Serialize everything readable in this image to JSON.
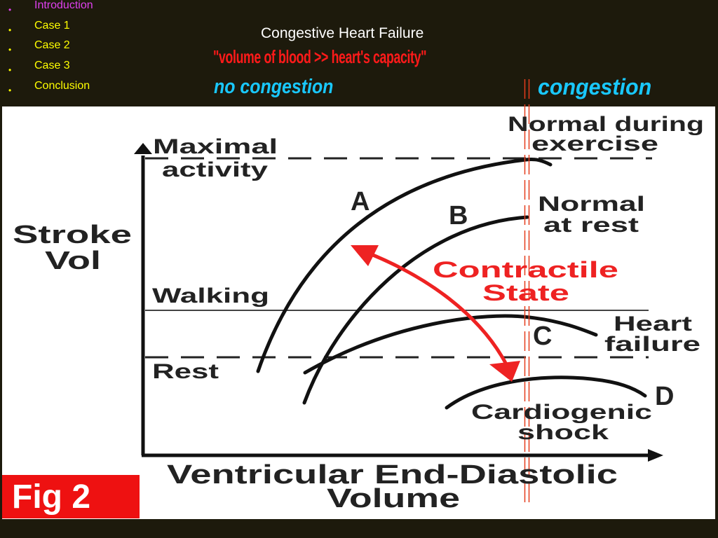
{
  "nav": {
    "items": [
      {
        "label": "Introduction",
        "color": "#e040ef"
      },
      {
        "label": "Case 1",
        "color": "#ffff00"
      },
      {
        "label": "Case 2",
        "color": "#ffff00"
      },
      {
        "label": "Case 3",
        "color": "#ffff00"
      },
      {
        "label": "Conclusion",
        "color": "#ffff00"
      }
    ],
    "bullet": "•"
  },
  "slide": {
    "title": "Congestive Heart Failure",
    "subtitle": "\"volume of blood >> heart's capacity\"",
    "left_zone": "no congestion",
    "right_zone": "congestion"
  },
  "figure": {
    "badge": "Fig 2",
    "y_axis_label": [
      "Stroke",
      "Vol"
    ],
    "x_axis_label": [
      "Ventricular End-Diastolic",
      "Volume"
    ],
    "levels": {
      "maximal": [
        "Maximal",
        "activity"
      ],
      "walking": "Walking",
      "rest": "Rest"
    },
    "curves": {
      "A": "A",
      "B": "B",
      "C": "C",
      "D": "D"
    },
    "notes": {
      "normal_exercise": [
        "Normal during",
        "exercise"
      ],
      "normal_rest": [
        "Normal",
        "at rest"
      ],
      "heart_failure": [
        "Heart",
        "failure"
      ],
      "cardiogenic_shock": [
        "Cardiogenic",
        "shock"
      ],
      "contractile_state": [
        "Contractile",
        "State"
      ]
    },
    "colors": {
      "figure_text": "#222222",
      "arrow": "#ee2222",
      "congestion_divider": "#e53c1c",
      "zone_text": "#19c8ff"
    }
  }
}
